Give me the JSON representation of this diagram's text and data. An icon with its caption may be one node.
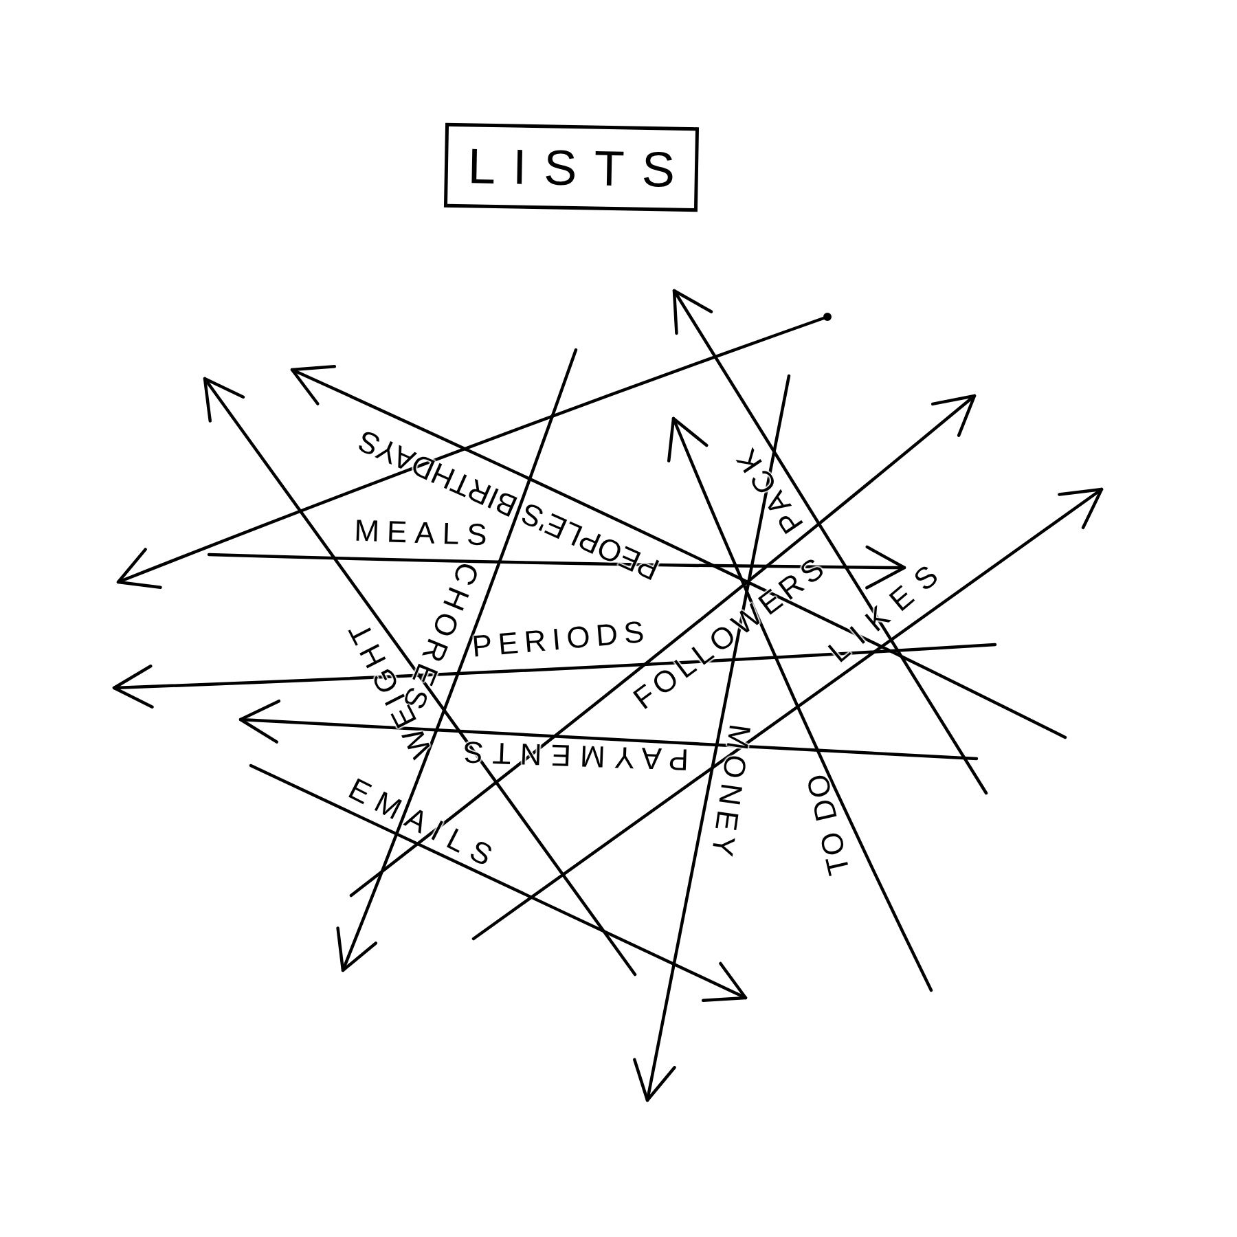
{
  "diagram": {
    "title": "LISTS",
    "labels": [
      "PEOPLE'S BIRTHDAYS",
      "MEALS",
      "CHORES",
      "WEIGHT",
      "PERIODS",
      "FOLLOWERS",
      "PAYMENTS",
      "EMAILS",
      "MONEY",
      "TO DO",
      "PACK",
      "LIKES"
    ]
  }
}
